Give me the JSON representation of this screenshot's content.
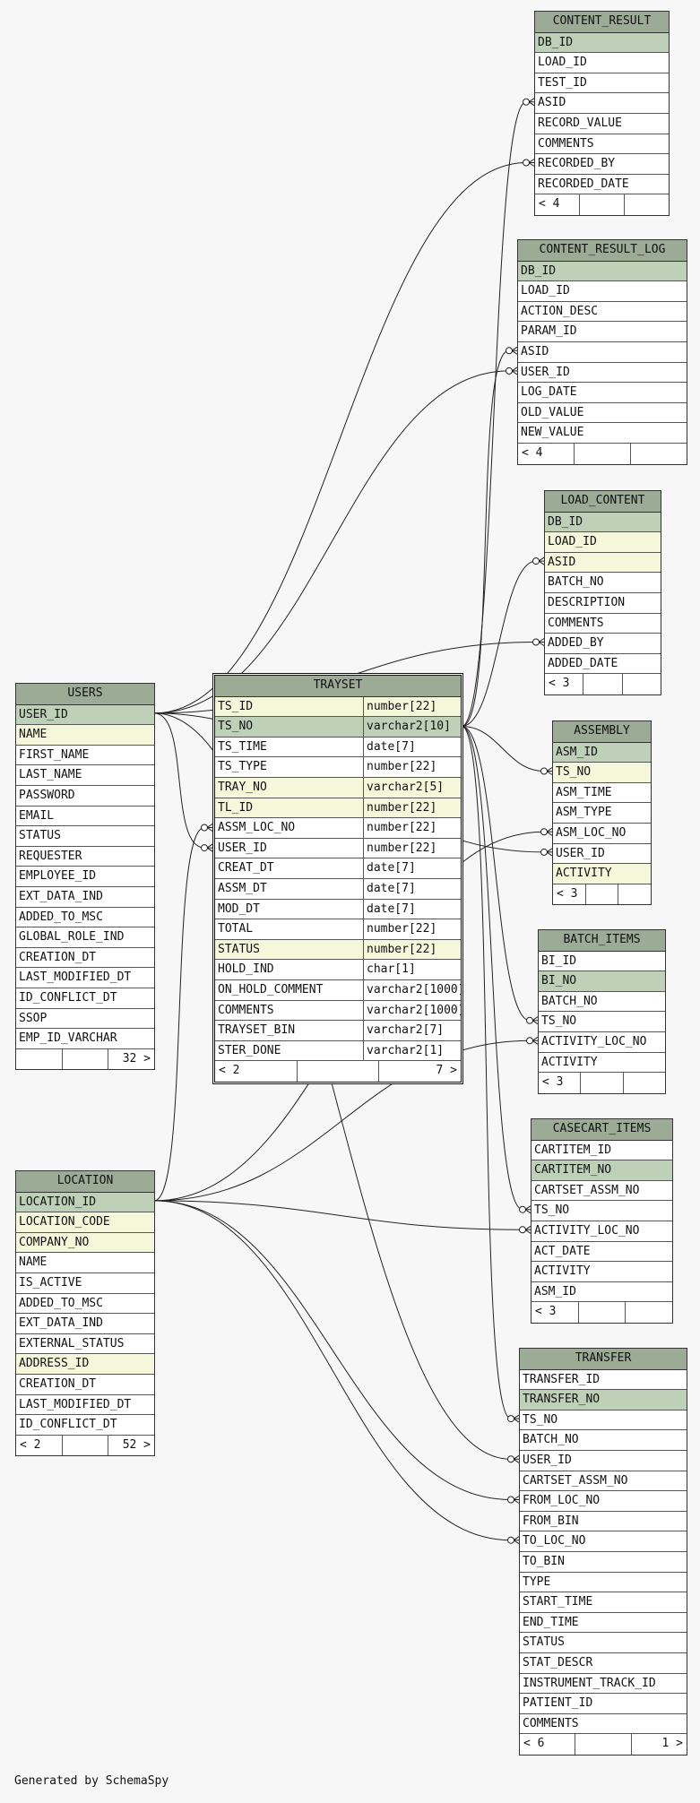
{
  "generated_by": "Generated by SchemaSpy",
  "colors": {
    "header": "#9bab96",
    "primary_key": "#bed1b8",
    "indexed": "#f4f7da",
    "background": "#f7f7f7"
  },
  "tables": [
    {
      "name": "CONTENT_RESULT",
      "columns": [
        {
          "name": "DB_ID",
          "kind": "pk"
        },
        {
          "name": "LOAD_ID"
        },
        {
          "name": "TEST_ID"
        },
        {
          "name": "ASID"
        },
        {
          "name": "RECORD_VALUE"
        },
        {
          "name": "COMMENTS"
        },
        {
          "name": "RECORDED_BY"
        },
        {
          "name": "RECORDED_DATE"
        }
      ],
      "footer": [
        "< 4",
        "",
        ""
      ]
    },
    {
      "name": "CONTENT_RESULT_LOG",
      "columns": [
        {
          "name": "DB_ID",
          "kind": "pk"
        },
        {
          "name": "LOAD_ID"
        },
        {
          "name": "ACTION_DESC"
        },
        {
          "name": "PARAM_ID"
        },
        {
          "name": "ASID"
        },
        {
          "name": "USER_ID"
        },
        {
          "name": "LOG_DATE"
        },
        {
          "name": "OLD_VALUE"
        },
        {
          "name": "NEW_VALUE"
        }
      ],
      "footer": [
        "< 4",
        "",
        ""
      ]
    },
    {
      "name": "LOAD_CONTENT",
      "columns": [
        {
          "name": "DB_ID",
          "kind": "pk"
        },
        {
          "name": "LOAD_ID",
          "kind": "idx"
        },
        {
          "name": "ASID",
          "kind": "idx"
        },
        {
          "name": "BATCH_NO"
        },
        {
          "name": "DESCRIPTION"
        },
        {
          "name": "COMMENTS"
        },
        {
          "name": "ADDED_BY"
        },
        {
          "name": "ADDED_DATE"
        }
      ],
      "footer": [
        "< 3",
        "",
        ""
      ]
    },
    {
      "name": "USERS",
      "columns": [
        {
          "name": "USER_ID",
          "kind": "pk"
        },
        {
          "name": "NAME",
          "kind": "idx"
        },
        {
          "name": "FIRST_NAME"
        },
        {
          "name": "LAST_NAME"
        },
        {
          "name": "PASSWORD"
        },
        {
          "name": "EMAIL"
        },
        {
          "name": "STATUS"
        },
        {
          "name": "REQUESTER"
        },
        {
          "name": "EMPLOYEE_ID"
        },
        {
          "name": "EXT_DATA_IND"
        },
        {
          "name": "ADDED_TO_MSC"
        },
        {
          "name": "GLOBAL_ROLE_IND"
        },
        {
          "name": "CREATION_DT"
        },
        {
          "name": "LAST_MODIFIED_DT"
        },
        {
          "name": "ID_CONFLICT_DT"
        },
        {
          "name": "SSOP"
        },
        {
          "name": "EMP_ID_VARCHAR"
        }
      ],
      "footer": [
        "",
        "",
        "32 >"
      ]
    },
    {
      "name": "TRAYSET",
      "columns": [
        {
          "name": "TS_ID",
          "type": "number[22]",
          "kind": "idx"
        },
        {
          "name": "TS_NO",
          "type": "varchar2[10]",
          "kind": "pk"
        },
        {
          "name": "TS_TIME",
          "type": "date[7]"
        },
        {
          "name": "TS_TYPE",
          "type": "number[22]"
        },
        {
          "name": "TRAY_NO",
          "type": "varchar2[5]",
          "kind": "idx"
        },
        {
          "name": "TL_ID",
          "type": "number[22]",
          "kind": "idx"
        },
        {
          "name": "ASSM_LOC_NO",
          "type": "number[22]"
        },
        {
          "name": "USER_ID",
          "type": "number[22]"
        },
        {
          "name": "CREAT_DT",
          "type": "date[7]"
        },
        {
          "name": "ASSM_DT",
          "type": "date[7]"
        },
        {
          "name": "MOD_DT",
          "type": "date[7]"
        },
        {
          "name": "TOTAL",
          "type": "number[22]"
        },
        {
          "name": "STATUS",
          "type": "number[22]",
          "kind": "idx"
        },
        {
          "name": "HOLD_IND",
          "type": "char[1]"
        },
        {
          "name": "ON_HOLD_COMMENT",
          "type": "varchar2[1000]"
        },
        {
          "name": "COMMENTS",
          "type": "varchar2[1000]"
        },
        {
          "name": "TRAYSET_BIN",
          "type": "varchar2[7]"
        },
        {
          "name": "STER_DONE",
          "type": "varchar2[1]"
        }
      ],
      "footer": [
        "< 2",
        "",
        "7 >"
      ]
    },
    {
      "name": "ASSEMBLY",
      "columns": [
        {
          "name": "ASM_ID",
          "kind": "pk"
        },
        {
          "name": "TS_NO",
          "kind": "idx"
        },
        {
          "name": "ASM_TIME"
        },
        {
          "name": "ASM_TYPE"
        },
        {
          "name": "ASM_LOC_NO"
        },
        {
          "name": "USER_ID"
        },
        {
          "name": "ACTIVITY",
          "kind": "idx"
        }
      ],
      "footer": [
        "< 3",
        "",
        ""
      ]
    },
    {
      "name": "BATCH_ITEMS",
      "columns": [
        {
          "name": "BI_ID"
        },
        {
          "name": "BI_NO",
          "kind": "pk"
        },
        {
          "name": "BATCH_NO"
        },
        {
          "name": "TS_NO"
        },
        {
          "name": "ACTIVITY_LOC_NO"
        },
        {
          "name": "ACTIVITY"
        }
      ],
      "footer": [
        "< 3",
        "",
        ""
      ]
    },
    {
      "name": "CASECART_ITEMS",
      "columns": [
        {
          "name": "CARTITEM_ID"
        },
        {
          "name": "CARTITEM_NO",
          "kind": "pk"
        },
        {
          "name": "CARTSET_ASSM_NO"
        },
        {
          "name": "TS_NO"
        },
        {
          "name": "ACTIVITY_LOC_NO"
        },
        {
          "name": "ACT_DATE"
        },
        {
          "name": "ACTIVITY"
        },
        {
          "name": "ASM_ID"
        }
      ],
      "footer": [
        "< 3",
        "",
        ""
      ]
    },
    {
      "name": "LOCATION",
      "columns": [
        {
          "name": "LOCATION_ID",
          "kind": "pk"
        },
        {
          "name": "LOCATION_CODE",
          "kind": "idx"
        },
        {
          "name": "COMPANY_NO",
          "kind": "idx"
        },
        {
          "name": "NAME"
        },
        {
          "name": "IS_ACTIVE"
        },
        {
          "name": "ADDED_TO_MSC"
        },
        {
          "name": "EXT_DATA_IND"
        },
        {
          "name": "EXTERNAL_STATUS"
        },
        {
          "name": "ADDRESS_ID",
          "kind": "idx"
        },
        {
          "name": "CREATION_DT"
        },
        {
          "name": "LAST_MODIFIED_DT"
        },
        {
          "name": "ID_CONFLICT_DT"
        }
      ],
      "footer": [
        "< 2",
        "",
        "52 >"
      ]
    },
    {
      "name": "TRANSFER",
      "columns": [
        {
          "name": "TRANSFER_ID"
        },
        {
          "name": "TRANSFER_NO",
          "kind": "pk"
        },
        {
          "name": "TS_NO"
        },
        {
          "name": "BATCH_NO"
        },
        {
          "name": "USER_ID"
        },
        {
          "name": "CARTSET_ASSM_NO"
        },
        {
          "name": "FROM_LOC_NO"
        },
        {
          "name": "FROM_BIN"
        },
        {
          "name": "TO_LOC_NO"
        },
        {
          "name": "TO_BIN"
        },
        {
          "name": "TYPE"
        },
        {
          "name": "START_TIME"
        },
        {
          "name": "END_TIME"
        },
        {
          "name": "STATUS"
        },
        {
          "name": "STAT_DESCR"
        },
        {
          "name": "INSTRUMENT_TRACK_ID"
        },
        {
          "name": "PATIENT_ID"
        },
        {
          "name": "COMMENTS"
        }
      ],
      "footer": [
        "< 6",
        "",
        "1 >"
      ]
    }
  ],
  "relationships": [
    {
      "from": "USERS.USER_ID",
      "to": "CONTENT_RESULT.RECORDED_BY"
    },
    {
      "from": "USERS.USER_ID",
      "to": "CONTENT_RESULT_LOG.USER_ID"
    },
    {
      "from": "USERS.USER_ID",
      "to": "LOAD_CONTENT.ADDED_BY"
    },
    {
      "from": "USERS.USER_ID",
      "to": "TRAYSET.USER_ID"
    },
    {
      "from": "USERS.USER_ID",
      "to": "ASSEMBLY.USER_ID"
    },
    {
      "from": "USERS.USER_ID",
      "to": "TRANSFER.USER_ID"
    },
    {
      "from": "TRAYSET.TS_NO",
      "to": "CONTENT_RESULT.ASID"
    },
    {
      "from": "TRAYSET.TS_NO",
      "to": "CONTENT_RESULT_LOG.ASID"
    },
    {
      "from": "TRAYSET.TS_NO",
      "to": "LOAD_CONTENT.ASID"
    },
    {
      "from": "TRAYSET.TS_NO",
      "to": "ASSEMBLY.TS_NO"
    },
    {
      "from": "TRAYSET.TS_NO",
      "to": "BATCH_ITEMS.TS_NO"
    },
    {
      "from": "TRAYSET.TS_NO",
      "to": "CASECART_ITEMS.TS_NO"
    },
    {
      "from": "TRAYSET.TS_NO",
      "to": "TRANSFER.TS_NO"
    },
    {
      "from": "LOCATION.LOCATION_ID",
      "to": "TRAYSET.ASSM_LOC_NO"
    },
    {
      "from": "LOCATION.LOCATION_ID",
      "to": "ASSEMBLY.ASM_LOC_NO"
    },
    {
      "from": "LOCATION.LOCATION_ID",
      "to": "BATCH_ITEMS.ACTIVITY_LOC_NO"
    },
    {
      "from": "LOCATION.LOCATION_ID",
      "to": "CASECART_ITEMS.ACTIVITY_LOC_NO"
    },
    {
      "from": "LOCATION.LOCATION_ID",
      "to": "TRANSFER.FROM_LOC_NO"
    },
    {
      "from": "LOCATION.LOCATION_ID",
      "to": "TRANSFER.TO_LOC_NO"
    }
  ]
}
